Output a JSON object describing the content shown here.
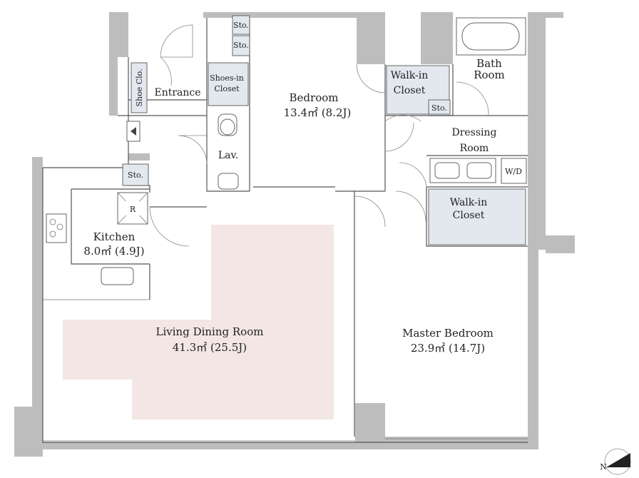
{
  "rooms": {
    "bedroom": {
      "name": "Bedroom",
      "area": "13.4㎡ (8.2J)"
    },
    "living": {
      "name": "Living Dining Room",
      "area": "41.3㎡ (25.5J)"
    },
    "master": {
      "name": "Master Bedroom",
      "area": "23.9㎡ (14.7J)"
    },
    "kitchen": {
      "name": "Kitchen",
      "area": "8.0㎡ (4.9J)"
    },
    "bath": {
      "line1": "Bath",
      "line2": "Room"
    },
    "dressing": {
      "line1": "Dressing",
      "line2": "Room"
    },
    "walkin_upper": {
      "line1": "Walk-in",
      "line2": "Closet"
    },
    "walkin_lower": {
      "line1": "Walk-in",
      "line2": "Closet"
    },
    "shoes_closet": {
      "line1": "Shoes-in",
      "line2": "Closet"
    },
    "entrance": "Entrance",
    "shoe_clo": "Shoe Clo.",
    "lav": "Lav.",
    "sto_top1": "Sto.",
    "sto_top2": "Sto.",
    "sto_right": "Sto.",
    "sto_left": "Sto.",
    "wd": "W/D",
    "fridge": "R"
  },
  "compass": {
    "label": "N"
  },
  "colors": {
    "living_highlight": "#f3e6e4",
    "closet_fill": "#e2e8ee",
    "wall_fill": "#bdbdbd"
  }
}
